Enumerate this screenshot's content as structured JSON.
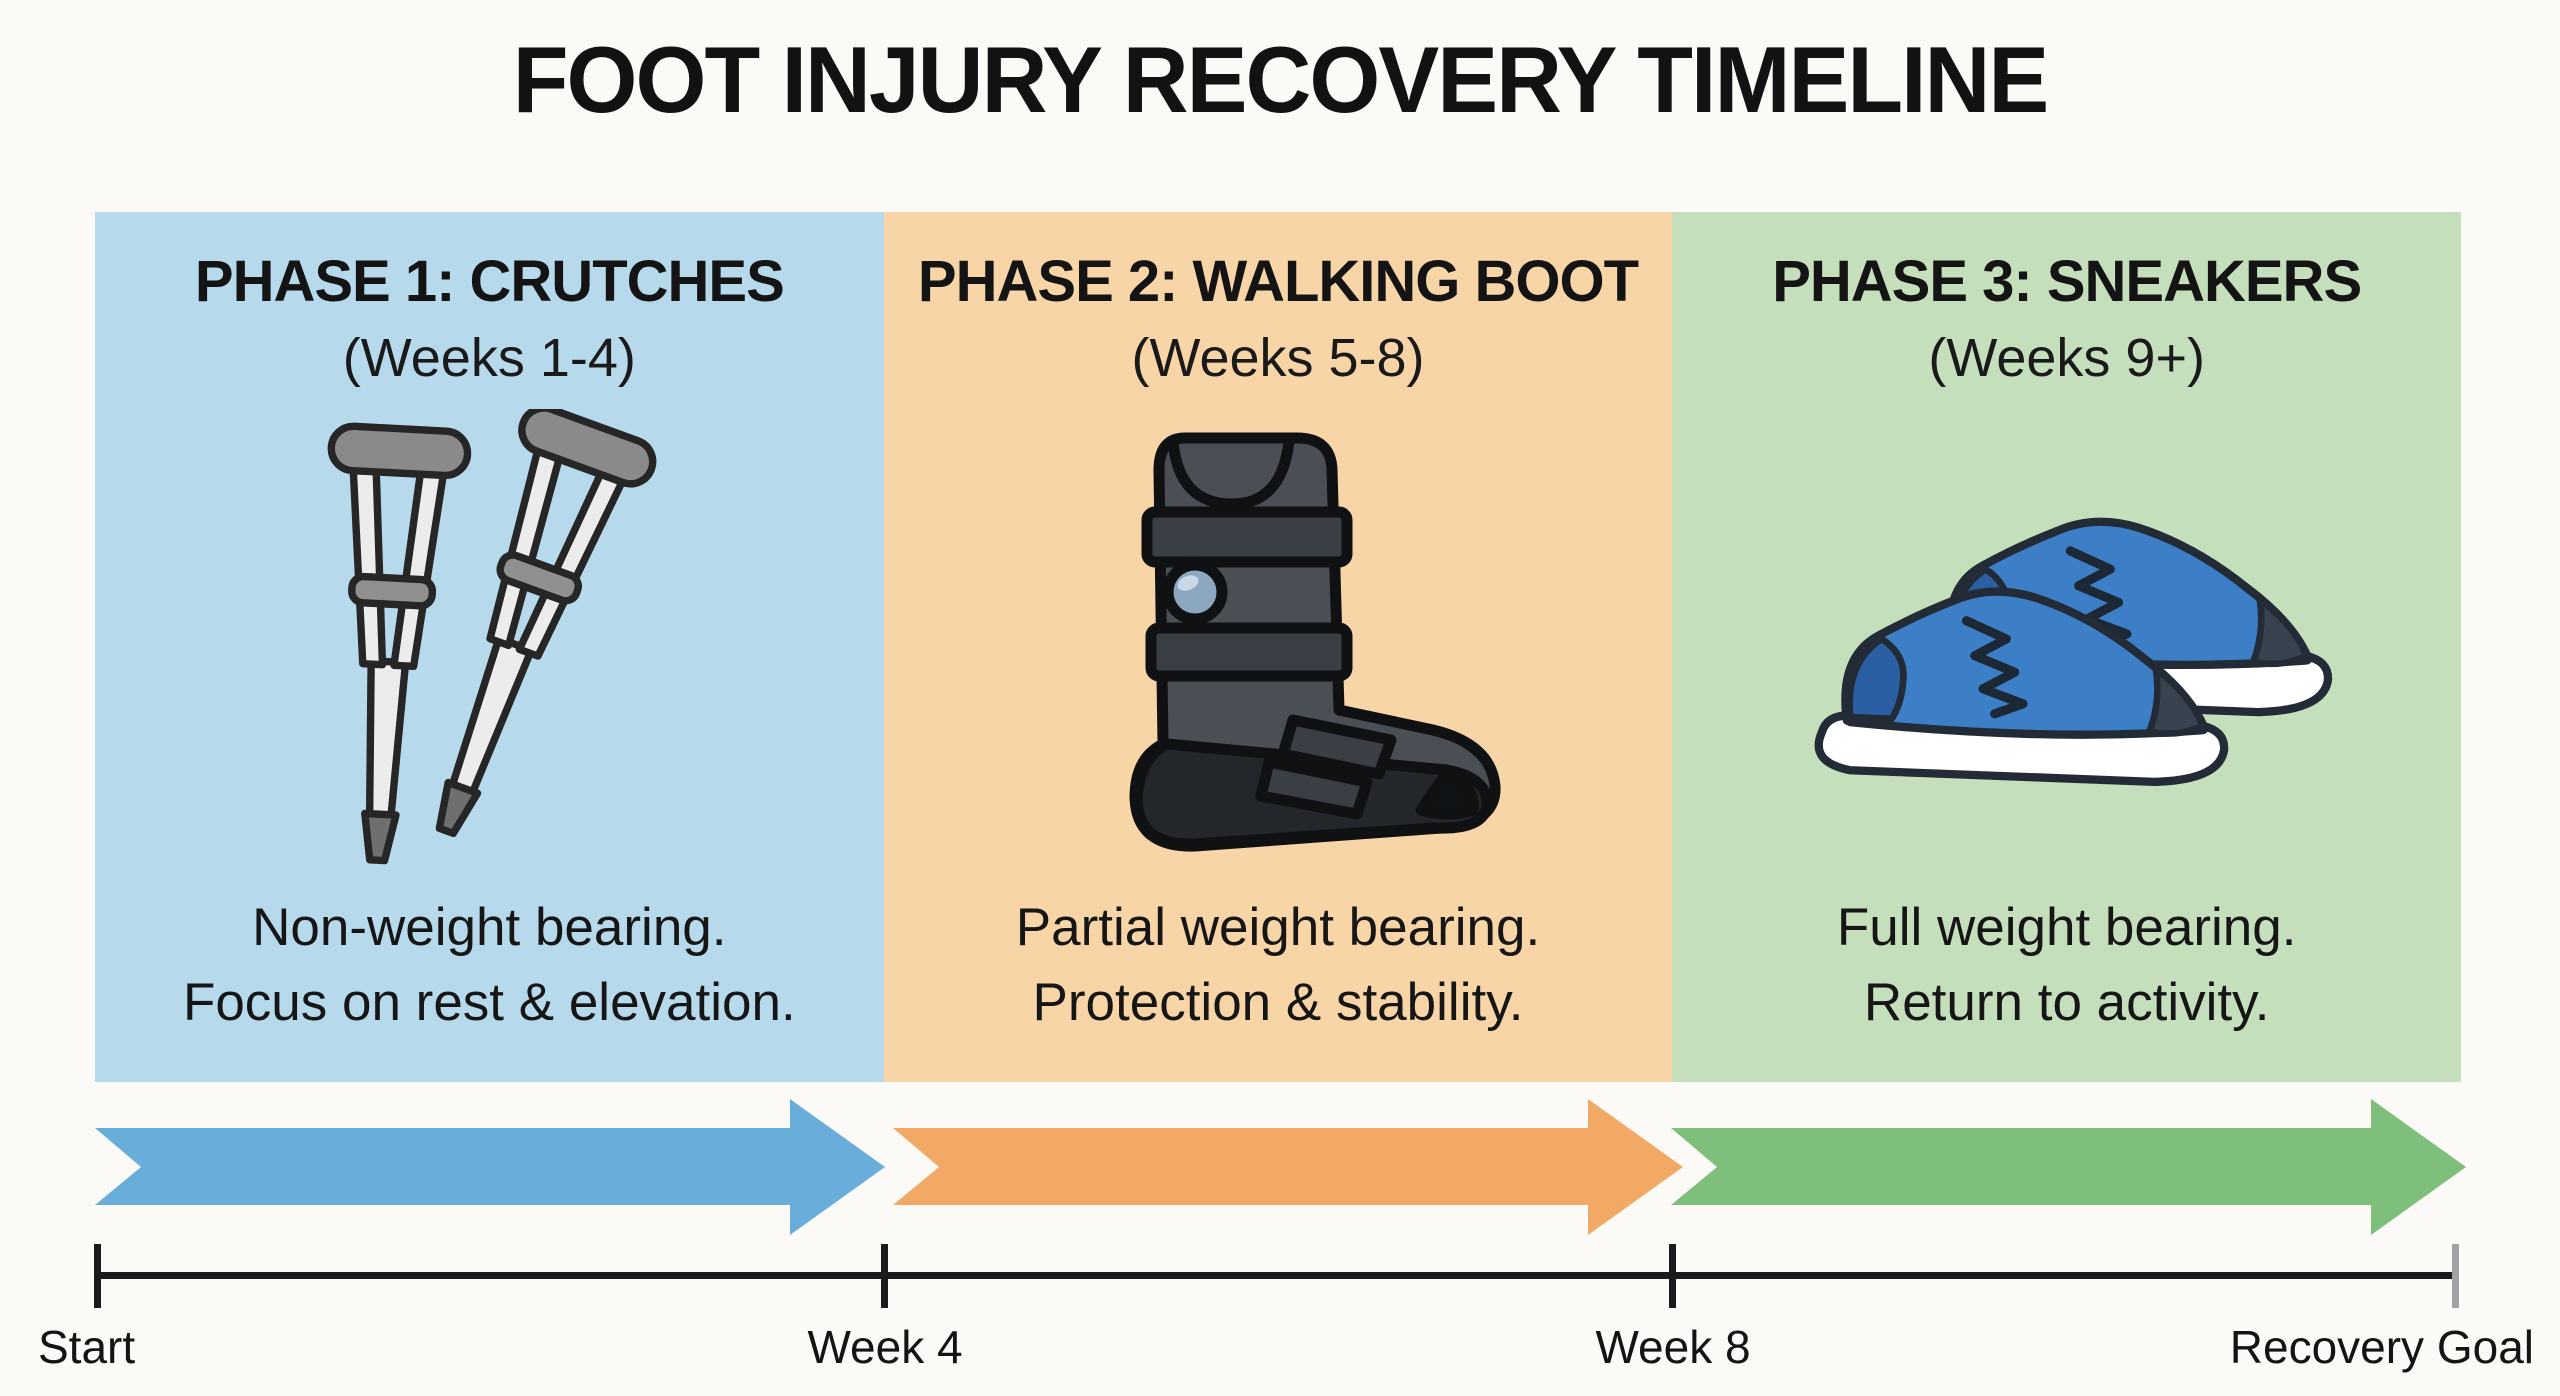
{
  "title": "FOOT INJURY RECOVERY TIMELINE",
  "phases": [
    {
      "title": "PHASE 1: CRUTCHES",
      "subtitle": "(Weeks 1-4)",
      "description_line1": "Non-weight bearing.",
      "description_line2": "Focus on rest & elevation.",
      "icon": "crutches-icon",
      "panel_color": "#b7d9ec",
      "arrow_color": "#69aedb"
    },
    {
      "title": "PHASE 2: WALKING BOOT",
      "subtitle": "(Weeks 5-8)",
      "description_line1": "Partial weight bearing.",
      "description_line2": "Protection & stability.",
      "icon": "walking-boot-icon",
      "panel_color": "#f8d5a7",
      "arrow_color": "#f2a965"
    },
    {
      "title": "PHASE 3: SNEAKERS",
      "subtitle": "(Weeks 9+)",
      "description_line1": "Full weight bearing.",
      "description_line2": "Return to activity.",
      "icon": "sneakers-icon",
      "panel_color": "#c5dfbc",
      "arrow_color": "#7fbf7c"
    }
  ],
  "timeline": {
    "labels": [
      "Start",
      "Week 4",
      "Week 8",
      "Recovery Goal"
    ],
    "line_color": "#1b1b1b",
    "end_tick_color": "#a2a2a2"
  },
  "colors": {
    "background": "#fbfaf7",
    "text": "#161616"
  }
}
